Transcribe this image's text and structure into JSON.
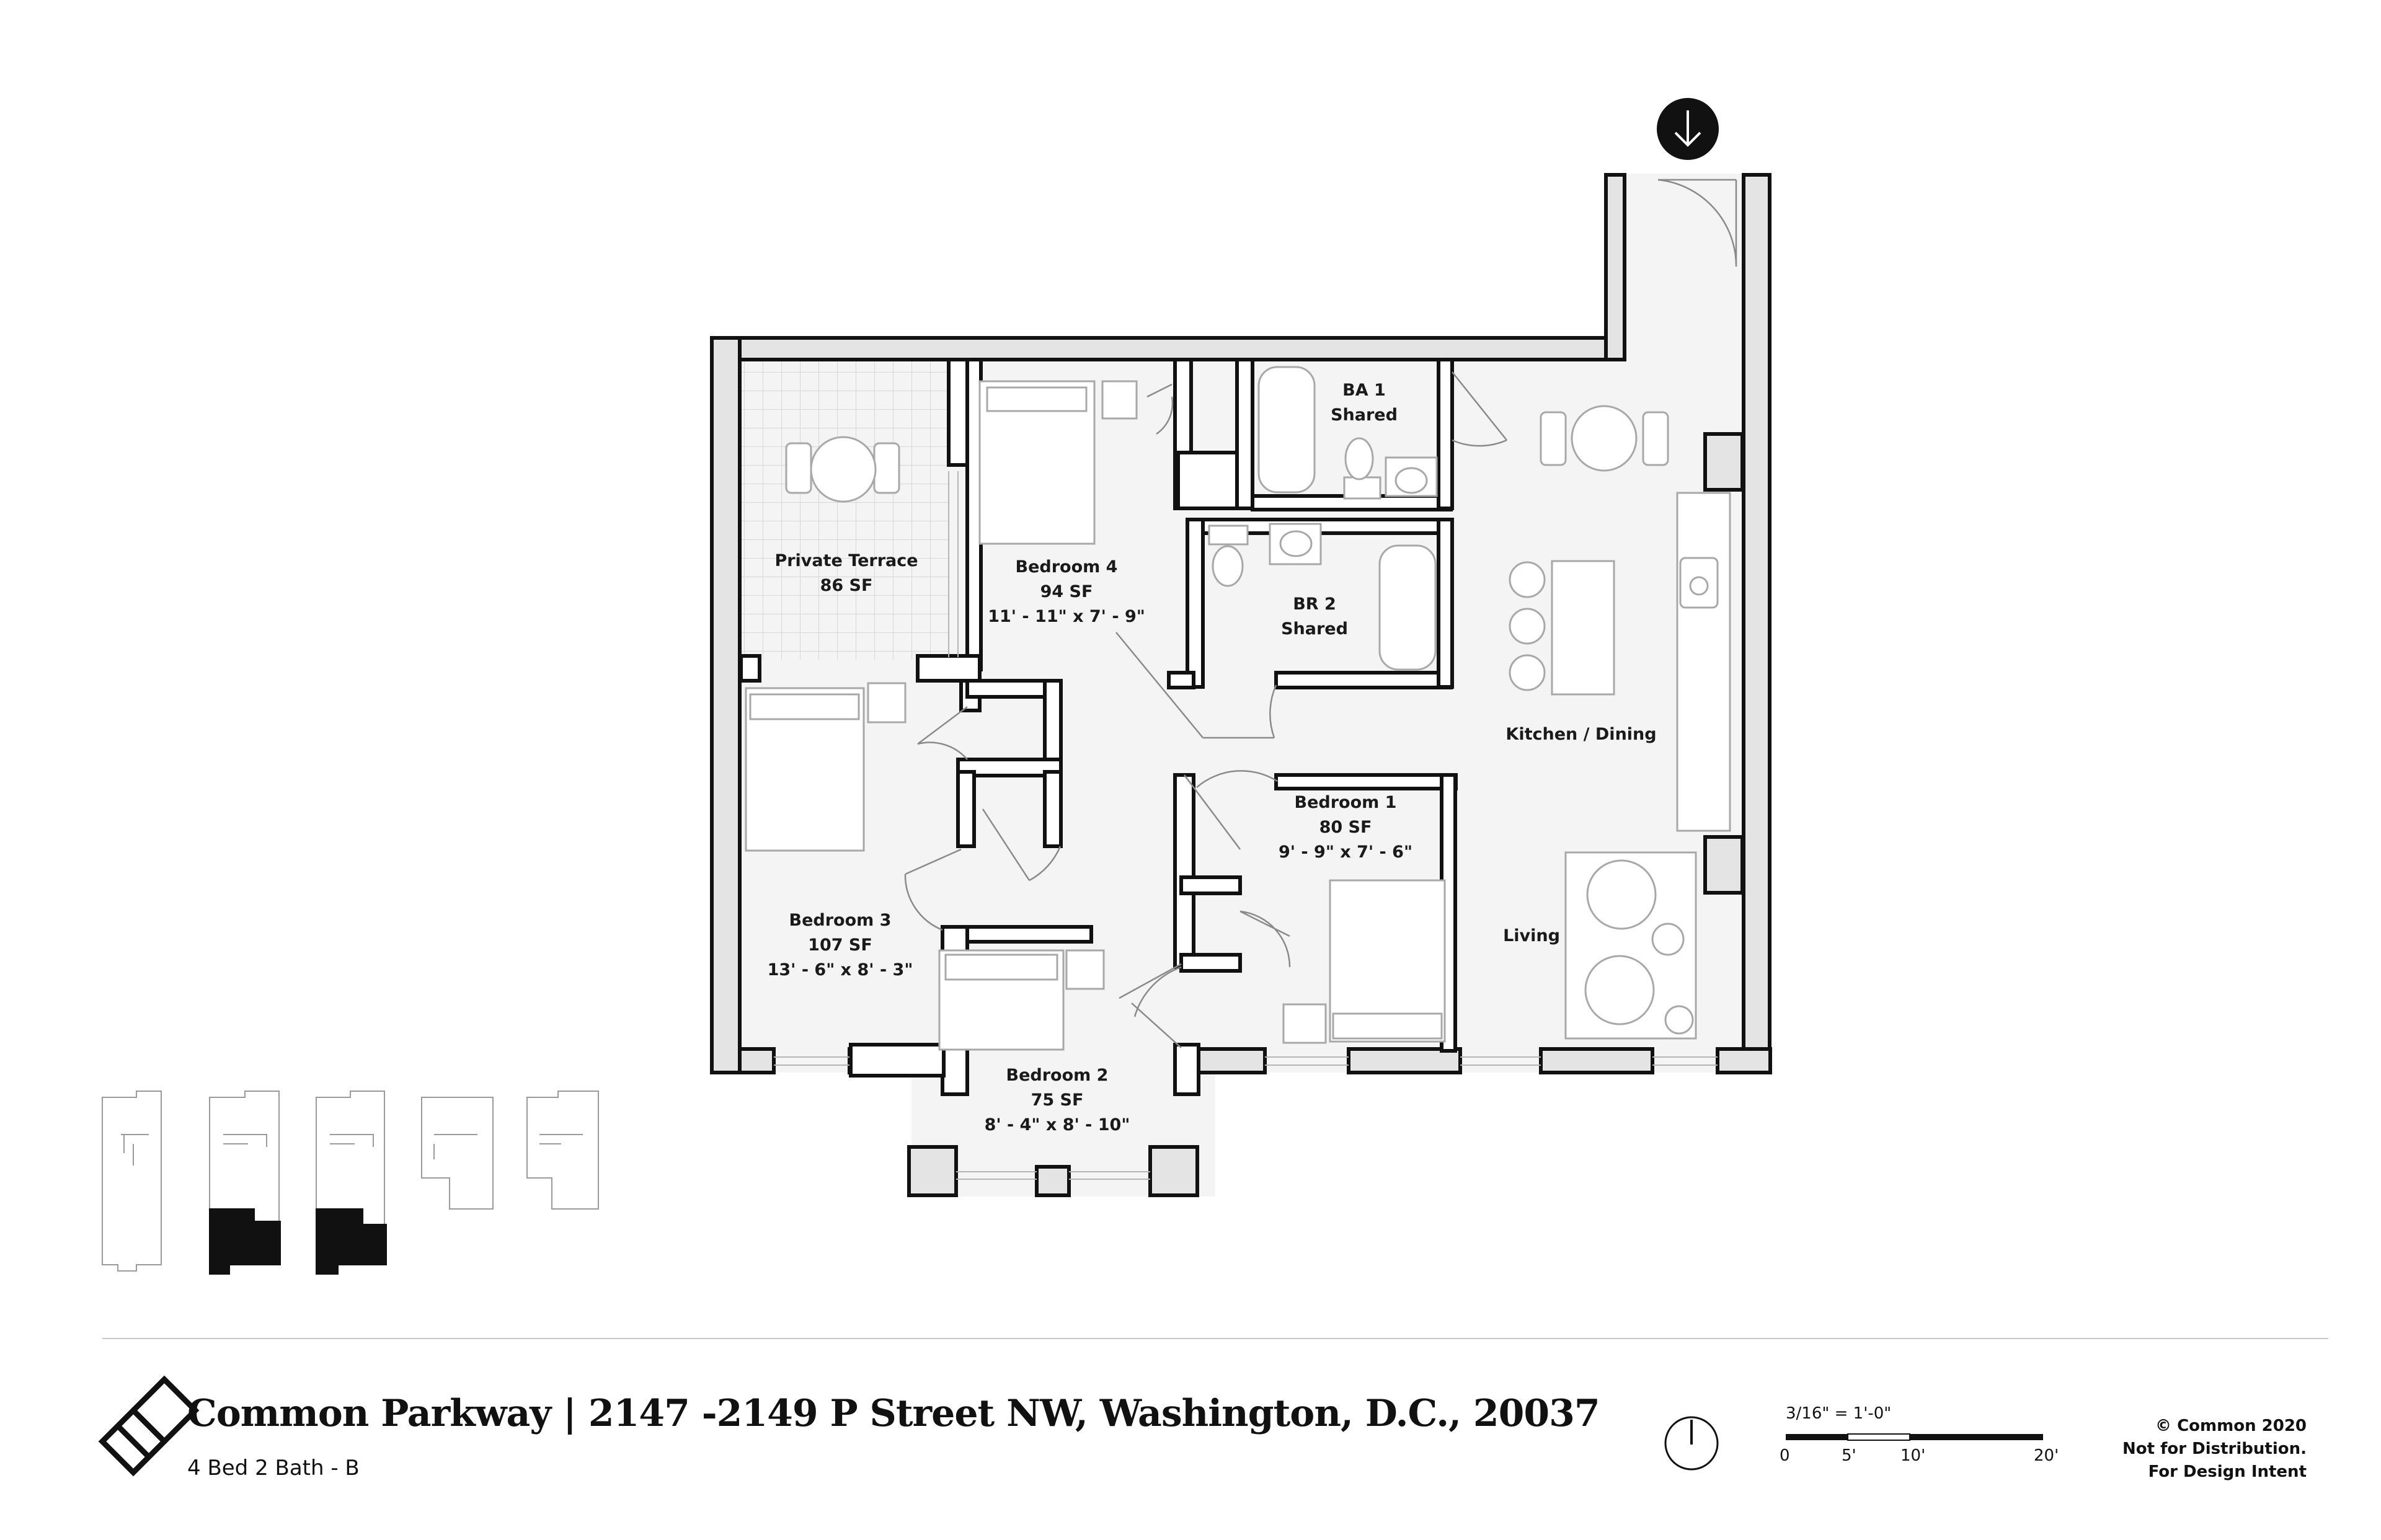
{
  "rooms": {
    "ba1": {
      "name": "BA 1",
      "sub": "Shared"
    },
    "br2": {
      "name": "BR 2",
      "sub": "Shared"
    },
    "terrace": {
      "name": "Private Terrace",
      "area": "86 SF"
    },
    "bedroom4": {
      "name": "Bedroom 4",
      "area": "94 SF",
      "dims": "11' - 11\"  x  7' - 9\""
    },
    "bedroom1": {
      "name": "Bedroom 1",
      "area": "80 SF",
      "dims": "9' - 9\"  x  7' - 6\""
    },
    "bedroom3": {
      "name": "Bedroom 3",
      "area": "107 SF",
      "dims": "13' - 6\"  x  8' - 3\""
    },
    "bedroom2": {
      "name": "Bedroom 2",
      "area": "75 SF",
      "dims": "8' - 4\"  x  8' - 10\""
    },
    "kitchen": {
      "name": "Kitchen / Dining"
    },
    "living": {
      "name": "Living"
    }
  },
  "footer": {
    "title": "Common Parkway | 2147 -2149 P Street NW, Washington, D.C., 20037",
    "subtitle": "4 Bed 2 Bath - B",
    "scale_label": "3/16\" = 1'-0\"",
    "scale_ticks": [
      "0",
      "5'",
      "10'",
      "20'"
    ],
    "credits": [
      "© Common 2020",
      "Not for Distribution.",
      "For Design Intent"
    ]
  },
  "key_plans": {
    "count": 5,
    "highlighted": [
      2,
      3
    ]
  },
  "icons": {
    "entry": "entry-arrow-icon",
    "north": "north-arrow-icon",
    "logo": "common-logo-icon"
  }
}
